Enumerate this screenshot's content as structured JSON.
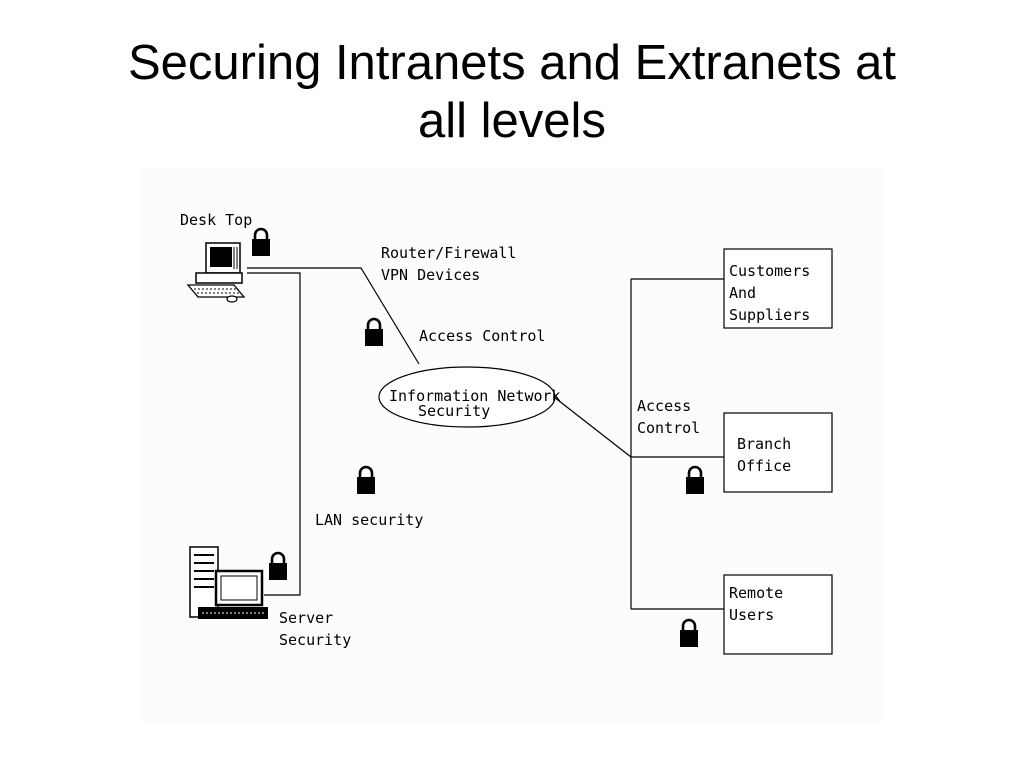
{
  "slide": {
    "title_line1": "Securing Intranets and Extranets at",
    "title_line2": "all levels"
  },
  "diagram": {
    "nodes": {
      "desktop": "Desk Top",
      "router_line1": "Router/Firewall",
      "router_line2": "VPN Devices",
      "access_control_top": "Access Control",
      "info_network_line1": "Information Network",
      "info_network_line2": "Security",
      "access_control_right_line1": "Access",
      "access_control_right_line2": "Control",
      "lan_security": "LAN security",
      "server_line1": "Server",
      "server_line2": "Security",
      "customers_line1": "Customers",
      "customers_line2": "And",
      "customers_line3": "Suppliers",
      "branch_line1": "Branch",
      "branch_line2": "Office",
      "remote_line1": "Remote",
      "remote_line2": "Users"
    },
    "icons": [
      "desktop-computer-icon",
      "server-computer-icon",
      "padlock-icon"
    ],
    "colors": {
      "ink": "#000000",
      "panel": "#fcfcfc"
    }
  }
}
